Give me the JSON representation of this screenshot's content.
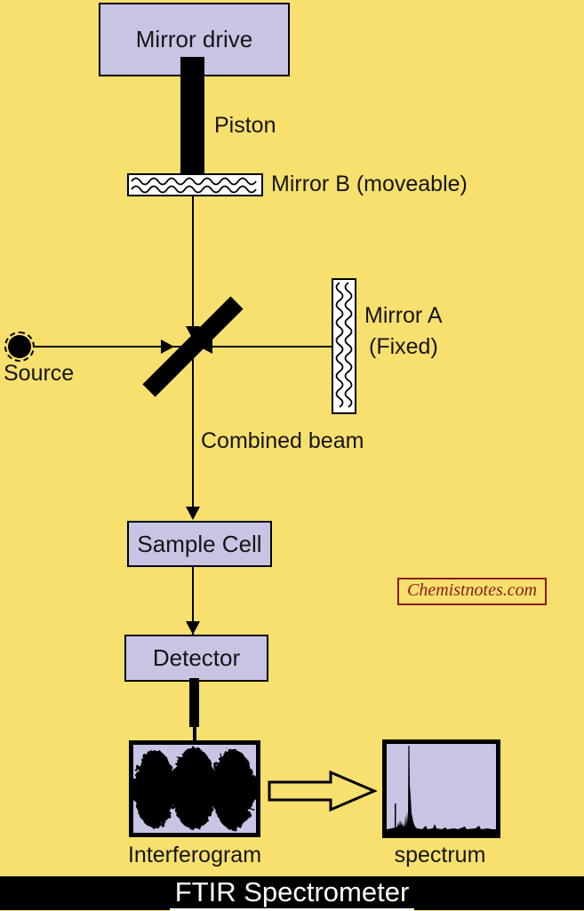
{
  "diagram": {
    "title": "FTIR Spectrometer",
    "watermark": "Chemistnotes.com",
    "components": {
      "mirror_drive": "Mirror drive",
      "piston": "Piston",
      "mirror_b": "Mirror B (moveable)",
      "mirror_a": "Mirror A",
      "mirror_a_state": "(Fixed)",
      "source": "Source",
      "combined_beam": "Combined beam",
      "sample_cell": "Sample Cell",
      "detector": "Detector",
      "interferogram": "Interferogram",
      "spectrum": "spectrum"
    },
    "colors": {
      "background": "#F8E06E",
      "node_fill": "#C8C4E4",
      "outline": "#000000",
      "watermark_red": "#8B1A1A",
      "title_bar_bg": "#000000",
      "title_text": "#FFFFFF"
    }
  }
}
